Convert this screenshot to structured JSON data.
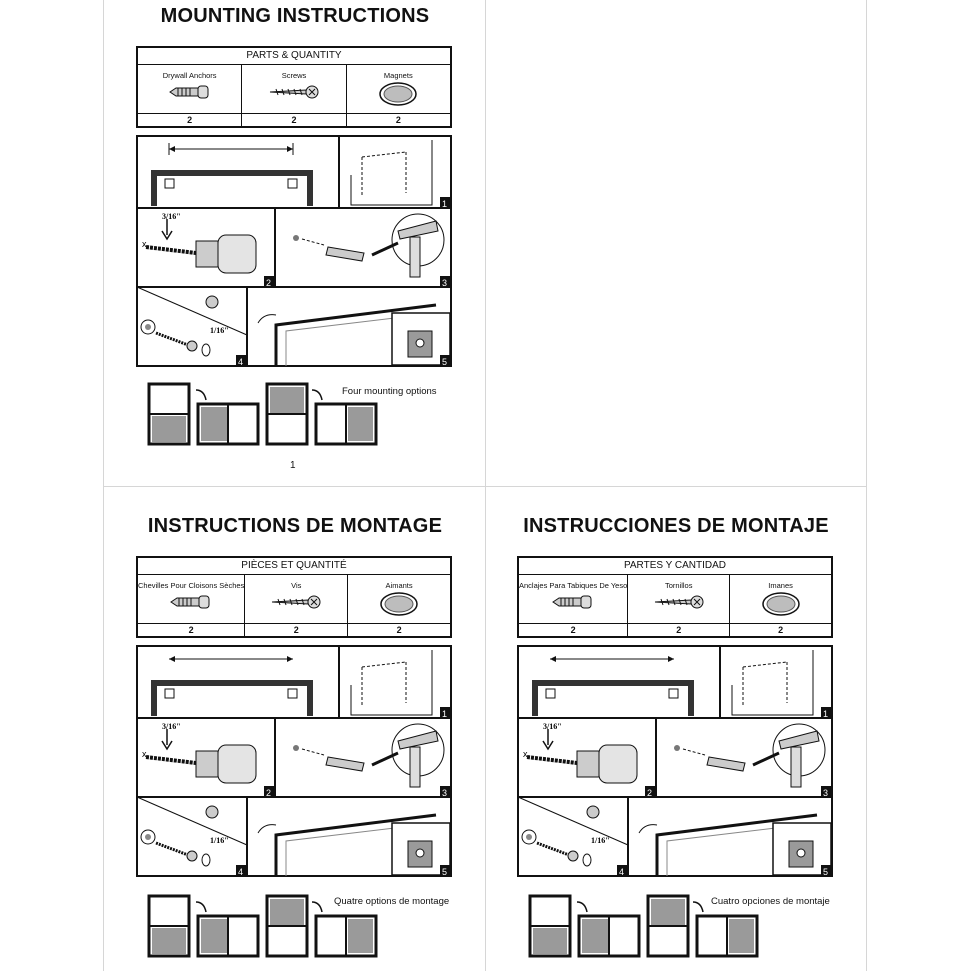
{
  "pages": {
    "english": {
      "title": "MOUNTING INSTRUCTIONS",
      "parts_header": "PARTS & QUANTITY",
      "parts": [
        {
          "name": "Drywall Anchors",
          "qty": "2",
          "icon": "anchor-icon"
        },
        {
          "name": "Screws",
          "qty": "2",
          "icon": "screw-icon"
        },
        {
          "name": "Magnets",
          "qty": "2",
          "icon": "magnet-icon"
        }
      ],
      "options_label": "Four mounting options",
      "page_number": "1"
    },
    "french": {
      "title": "INSTRUCTIONS DE MONTAGE",
      "parts_header": "PIÈCES ET QUANTITÉ",
      "parts": [
        {
          "name": "Chevilles Pour Cloisons Sèches",
          "qty": "2",
          "icon": "anchor-icon"
        },
        {
          "name": "Vis",
          "qty": "2",
          "icon": "screw-icon"
        },
        {
          "name": "Aimants",
          "qty": "2",
          "icon": "magnet-icon"
        }
      ],
      "options_label": "Quatre options de montage"
    },
    "spanish": {
      "title": "INSTRUCCIONES DE MONTAJE",
      "parts_header": "PARTES Y CANTIDAD",
      "parts": [
        {
          "name": "Anclajes Para Tabiques De Yeso",
          "qty": "2",
          "icon": "anchor-icon"
        },
        {
          "name": "Tornillos",
          "qty": "2",
          "icon": "screw-icon"
        },
        {
          "name": "Imanes",
          "qty": "2",
          "icon": "magnet-icon"
        }
      ],
      "options_label": "Cuatro opciones de montaje"
    }
  },
  "steps": {
    "step_numbers": [
      "1",
      "2",
      "3",
      "4",
      "5"
    ],
    "drill_size": "3/16\"",
    "screw_gap": "1/16\""
  },
  "colors": {
    "ink": "#111111",
    "gray_fill": "#9a9a9a",
    "divider": "#d6d6d6"
  }
}
